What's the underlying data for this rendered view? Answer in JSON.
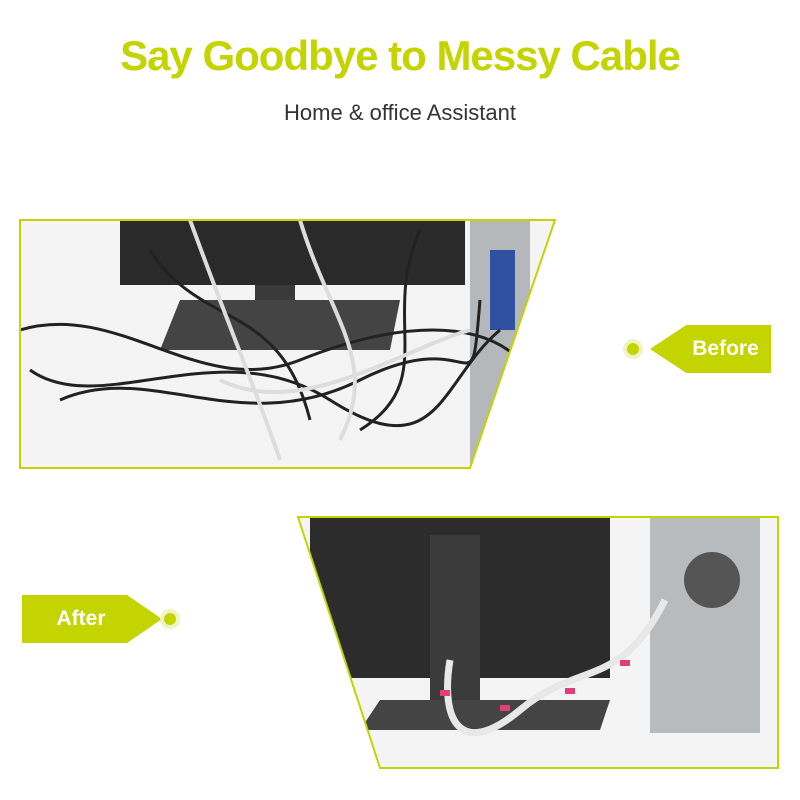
{
  "header": {
    "title": "Say Goodbye to Messy Cable",
    "subtitle": "Home & office Assistant"
  },
  "labels": {
    "before": "Before",
    "after": "After"
  },
  "colors": {
    "accent": "#c3d400",
    "text": "#333333"
  }
}
